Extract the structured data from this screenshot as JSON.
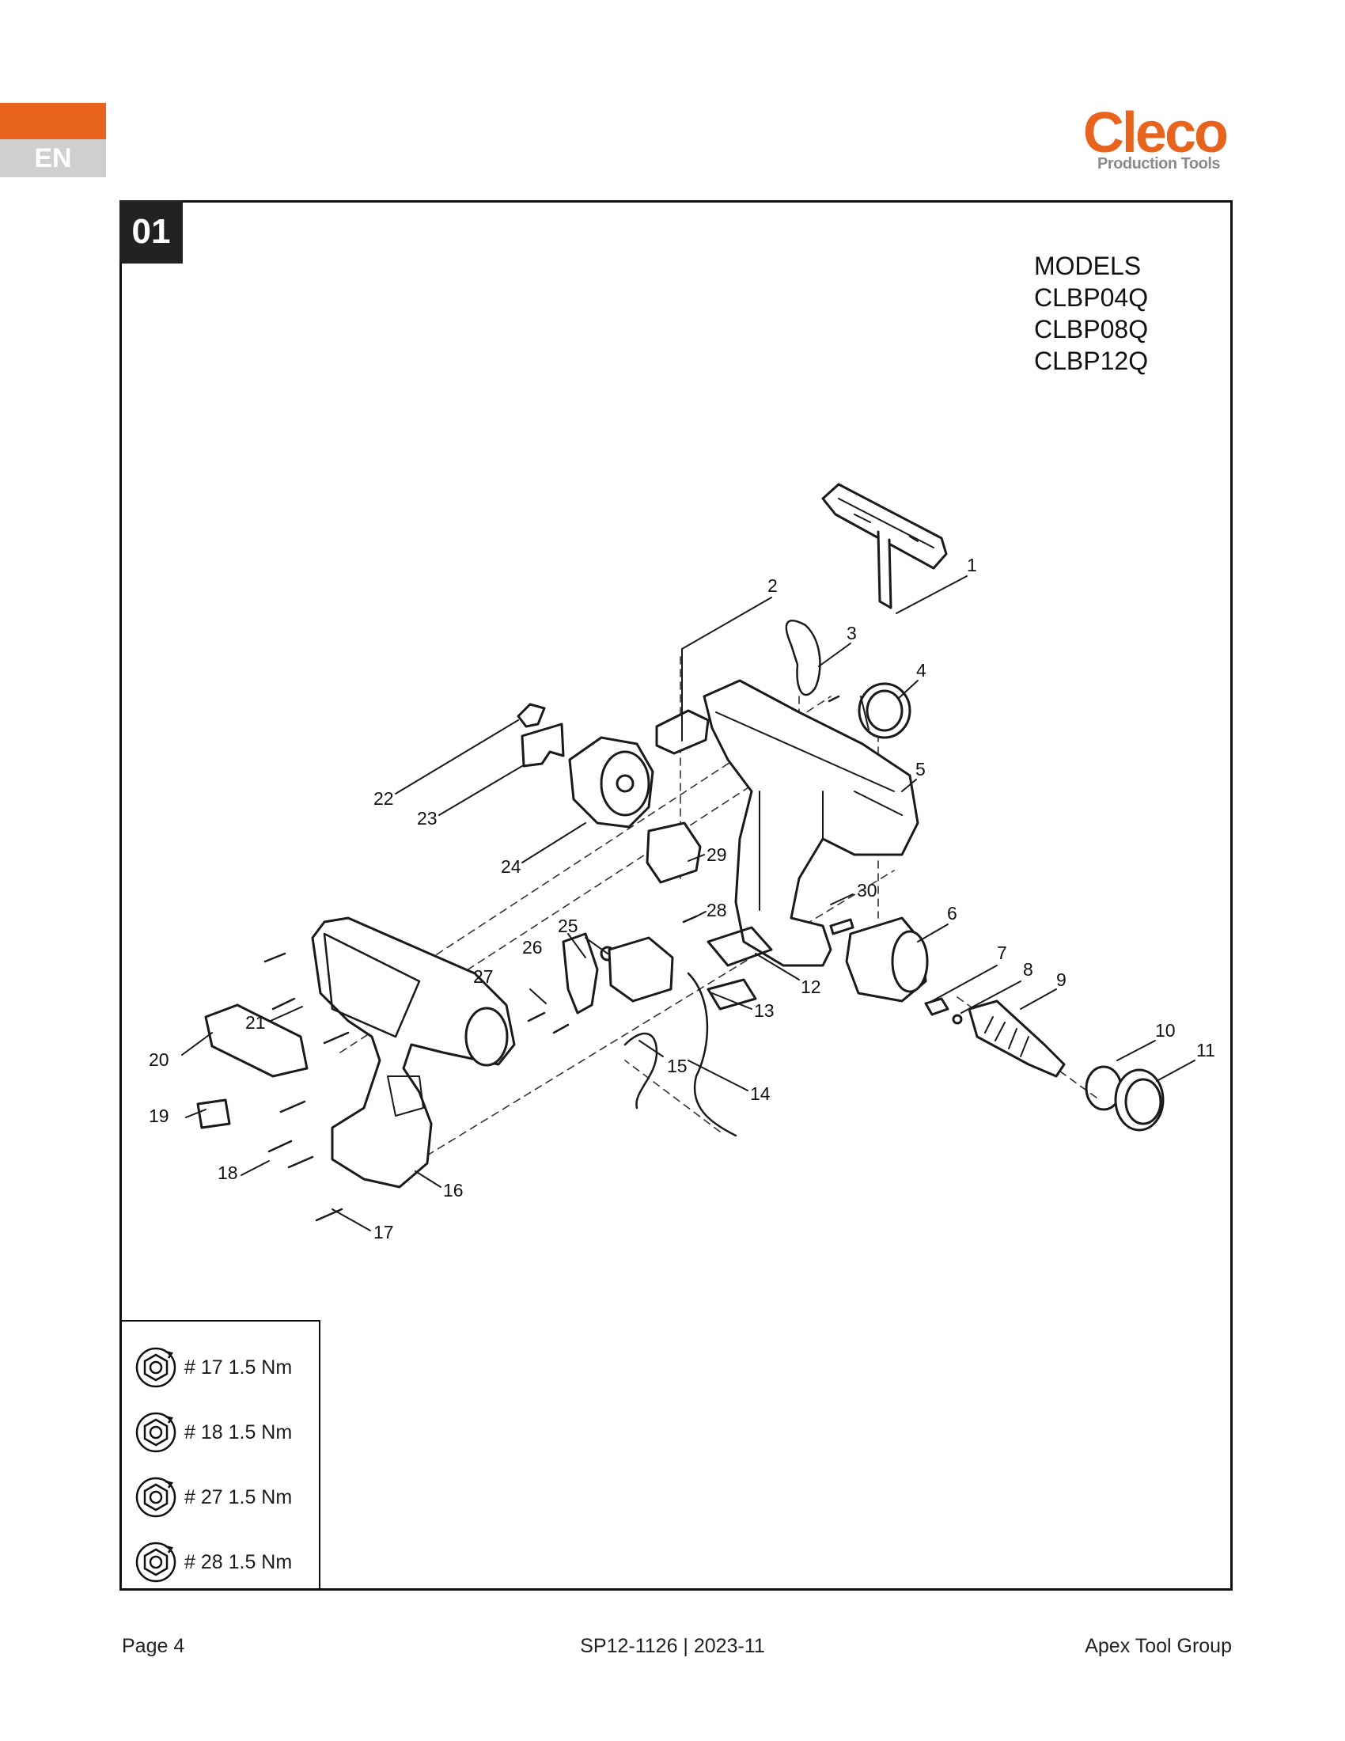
{
  "header": {
    "language": "EN",
    "brand": {
      "name": "Cleco",
      "tagline": "Production Tools"
    }
  },
  "section": {
    "number": "01"
  },
  "models": {
    "heading": "MODELS",
    "list": [
      "CLBP04Q",
      "CLBP08Q",
      "CLBP12Q"
    ]
  },
  "diagram": {
    "callouts": [
      "1",
      "2",
      "3",
      "4",
      "5",
      "6",
      "7",
      "8",
      "9",
      "10",
      "11",
      "12",
      "13",
      "14",
      "15",
      "16",
      "17",
      "18",
      "19",
      "20",
      "21",
      "22",
      "23",
      "24",
      "25",
      "26",
      "27",
      "28",
      "29",
      "30"
    ]
  },
  "torque_specs": [
    {
      "label": "# 17 1.5 Nm"
    },
    {
      "label": "# 18 1.5 Nm"
    },
    {
      "label": "# 27 1.5 Nm"
    },
    {
      "label": "# 28 1.5 Nm"
    }
  ],
  "footer": {
    "page": "Page 4",
    "document": "SP12-1126 | 2023-11",
    "company": "Apex Tool Group"
  },
  "colors": {
    "accent": "#e8641e",
    "lang_grey": "#cfcfcf",
    "frame": "#111111",
    "logo_sub": "#8a8a8a"
  },
  "icons": {
    "torque": "torque-nut-icon"
  }
}
